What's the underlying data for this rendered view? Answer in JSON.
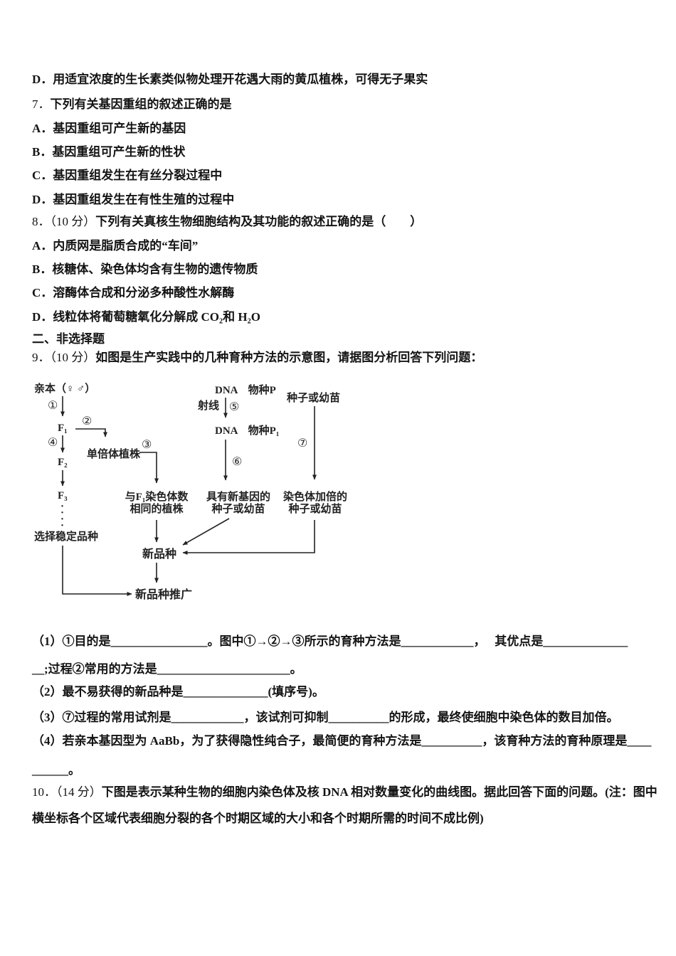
{
  "document": {
    "q6_option_d": "D．用适宜浓度的生长素类似物处理开花遇大雨的黄瓜植株，可得无子果实",
    "q7": {
      "num": "7．",
      "stem": "下列有关基因重组的叙述正确的是",
      "a": "A．基因重组可产生新的基因",
      "b": "B．基因重组可产生新的性状",
      "c": "C．基因重组发生在有丝分裂过程中",
      "d": "D．基因重组发生在有性生殖的过程中"
    },
    "q8": {
      "num": "8．（10 分）",
      "stem": "下列有关真核生物细胞结构及其功能的叙述正确的是（　　）",
      "a": "A．内质网是脂质合成的“车间”",
      "b": "B．核糖体、染色体均含有生物的遗传物质",
      "c": "C．溶酶体合成和分泌多种酸性水解酶",
      "d": "D．线粒体将葡萄糖氧化分解成 CO₂和 H₂O"
    },
    "section2_title": "二、非选择题",
    "q9": {
      "num": "9．（10 分）",
      "stem": "如图是生产实践中的几种育种方法的示意图，请据图分析回答下列问题：",
      "sub1a": "（1）①目的是________________。图中①→②→③所示的育种方法是____________，   其优点是______________",
      "sub1b": "__;过程②常用的方法是______________________。",
      "sub2": "（2）最不易获得的新品种是______________(填序号)。",
      "sub3": "（3）⑦过程的常用试剂是____________，该试剂可抑制__________的形成，最终使细胞中染色体的数目加倍。",
      "sub4a": "（4）若亲本基因型为 AaBb，为了获得隐性纯合子，最简便的育种方法是__________，该育种方法的育种原理是____",
      "sub4b": "______。"
    },
    "q10": {
      "num": "10．（14 分）",
      "stem_line1": "下图是表示某种生物的细胞内染色体及核 DNA 相对数量变化的曲线图。据此回答下面的问题。(注：图中",
      "stem_line2": "横坐标各个区域代表细胞分裂的各个时期区域的大小和各个时期所需的时间不成比例)"
    }
  },
  "diagram": {
    "parents": "亲本（♀ ♂）",
    "step1": "①",
    "step2": "②",
    "step3": "③",
    "step4": "④",
    "step5": "⑤",
    "step6": "⑥",
    "step7": "⑦",
    "f1": "F₁",
    "f2": "F₂",
    "f3": "F₃",
    "dots": "·\n·\n·\n·",
    "haploid_plant": "单倍体植株",
    "select_stable": "选择稳定品种",
    "same_chromosome_plant": "与F₁染色体数\n相同的植株",
    "ray": "射线",
    "dna_species_p": "DNA　物种P",
    "dna_species_p1": "DNA　物种P₁",
    "new_gene_seedling": "具有新基因的\n种子或幼苗",
    "seed_or_seedling": "种子或幼苗",
    "chromosome_doubled_seedling": "染色体加倍的\n种子或幼苗",
    "new_variety": "新品种",
    "new_variety_promotion": "新品种推广"
  },
  "colors": {
    "text": "#141414",
    "diagram_ink": "#222222",
    "background": "#ffffff"
  }
}
